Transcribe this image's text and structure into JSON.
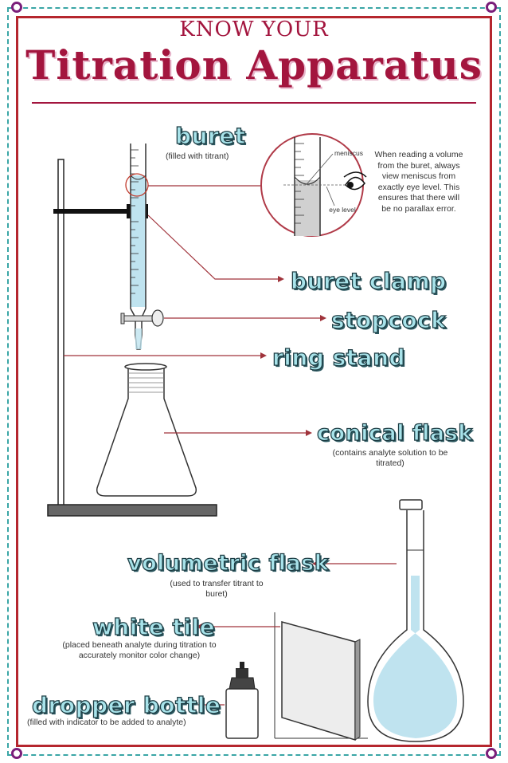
{
  "title": {
    "line1": "KNOW YOUR",
    "line2": "Titration Apparatus"
  },
  "labels": {
    "buret": "buret",
    "buret_note": "(filled with titrant)",
    "buret_clamp": "buret clamp",
    "stopcock": "stopcock",
    "ring_stand": "ring stand",
    "conical_flask": "conical flask",
    "conical_note": "(contains analyte solution to be titrated)",
    "volumetric_flask": "volumetric flask",
    "volumetric_note": "(used to transfer titrant to buret)",
    "white_tile": "white tile",
    "white_tile_note": "(placed beneath analyte during titration to accurately monitor color change)",
    "dropper_bottle": "dropper bottle",
    "dropper_note": "(filled with indicator to be added to analyte)"
  },
  "inset": {
    "meniscus": "meniscus",
    "eye_level": "eye level",
    "reading_tip": "When reading a volume from the buret, always view meniscus from exactly eye level. This ensures that there will be no parallax error."
  },
  "colors": {
    "accent": "#a3153e",
    "leader": "#a0333b",
    "liquid": "#bfe3ef",
    "label_fill": "#a8e3ea"
  }
}
